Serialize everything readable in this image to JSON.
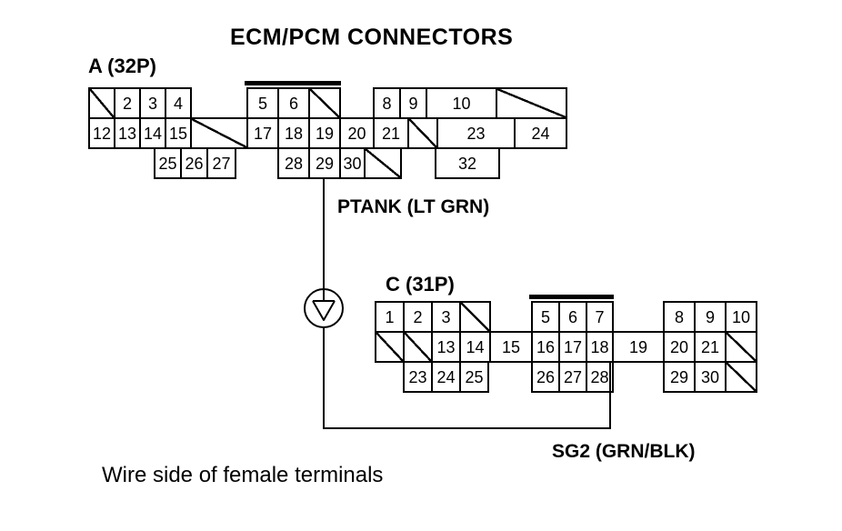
{
  "title": "ECM/PCM CONNECTORS",
  "footer_note": "Wire side of female terminals",
  "wires": {
    "ptank_label": "PTANK (LT GRN)",
    "sg2_label": "SG2 (GRN/BLK)"
  },
  "connector_a": {
    "id": "A",
    "label": "A (32P)",
    "rows": [
      [
        "/",
        "2",
        "3",
        "4",
        "5",
        "6",
        "/",
        "8",
        "9",
        "10",
        "/"
      ],
      [
        "12",
        "13",
        "14",
        "15",
        "/",
        "17",
        "18",
        "19",
        "20",
        "21",
        "/",
        "23",
        "24"
      ],
      [
        "25",
        "26",
        "27",
        "28",
        "29",
        "30",
        "/",
        "32"
      ]
    ]
  },
  "connector_c": {
    "id": "C",
    "label": "C (31P)",
    "rows": [
      [
        "1",
        "2",
        "3",
        "/",
        "5",
        "6",
        "7",
        "8",
        "9",
        "10"
      ],
      [
        "/",
        "/",
        "13",
        "14",
        "15",
        "16",
        "17",
        "18",
        "19",
        "20",
        "21",
        "/"
      ],
      [
        "23",
        "24",
        "25",
        "26",
        "27",
        "28",
        "29",
        "30",
        "/"
      ]
    ]
  },
  "colors": {
    "line": "#000000",
    "background": "#ffffff"
  }
}
